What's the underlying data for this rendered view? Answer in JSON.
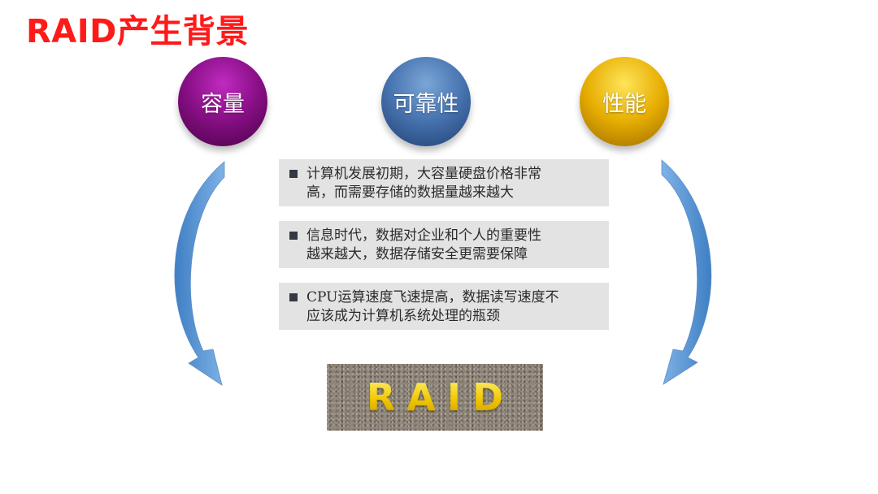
{
  "title": "RAID产生背景",
  "circles": [
    {
      "label": "容量",
      "color": "#8a1088"
    },
    {
      "label": "可靠性",
      "color": "#4a76b2"
    },
    {
      "label": "性能",
      "color": "#e6ad00"
    }
  ],
  "reasons": [
    {
      "line1": "计算机发展初期，大容量硬盘价格非常",
      "line2": "高，而需要存储的数据量越来越大"
    },
    {
      "line1": "信息时代，数据对企业和个人的重要性",
      "line2": "越来越大，数据存储安全更需要保障"
    },
    {
      "line1": "CPU运算速度飞速提高，数据读写速度不",
      "line2": "应该成为计算机系统处理的瓶颈"
    }
  ],
  "result": {
    "label": "RAID"
  },
  "colors": {
    "title": "#ff1a1a",
    "arrow": "#4f8fd0",
    "box": "#e3e3e3"
  }
}
